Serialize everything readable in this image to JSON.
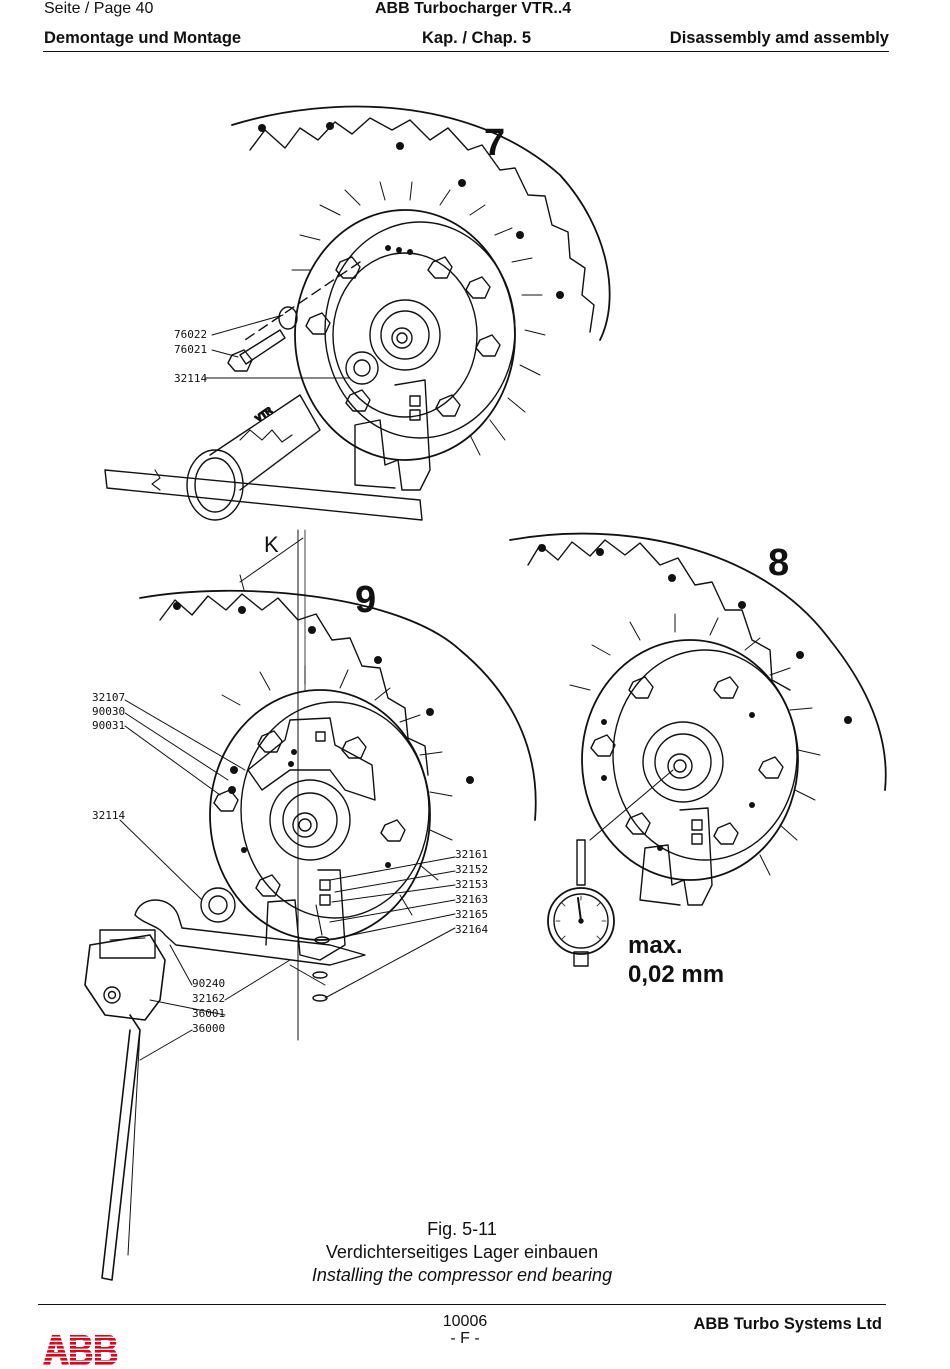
{
  "header": {
    "page": "Seite / Page  40",
    "product": "ABB Turbocharger VTR..4",
    "section_de": "Demontage und Montage",
    "chapter": "Kap. / Chap. 5",
    "section_en": "Disassembly amd assembly"
  },
  "figure": {
    "steps": [
      "7",
      "8",
      "9"
    ],
    "dimension_label": "K",
    "vtr_mark": "VTR",
    "tolerance_line1": "max.",
    "tolerance_line2": "0,02 mm",
    "refs_step7": [
      "76022",
      "76021",
      "32114"
    ],
    "refs_step9_top": [
      "32107",
      "90030",
      "90031"
    ],
    "ref_step9_nut": "32114",
    "refs_step9_right": [
      "32161",
      "32152",
      "32153",
      "32163",
      "32165",
      "32164"
    ],
    "refs_step9_bottom": [
      "90240",
      "32162",
      "36001",
      "36000"
    ]
  },
  "caption": {
    "number": "Fig. 5-11",
    "title_de": "Verdichterseitiges Lager einbauen",
    "title_en": "Installing the compressor end bearing"
  },
  "footer": {
    "doc_number": "10006",
    "revision": "- F -",
    "company": "ABB Turbo Systems Ltd",
    "logo": "ABB",
    "logo_color": "#e2001a"
  }
}
